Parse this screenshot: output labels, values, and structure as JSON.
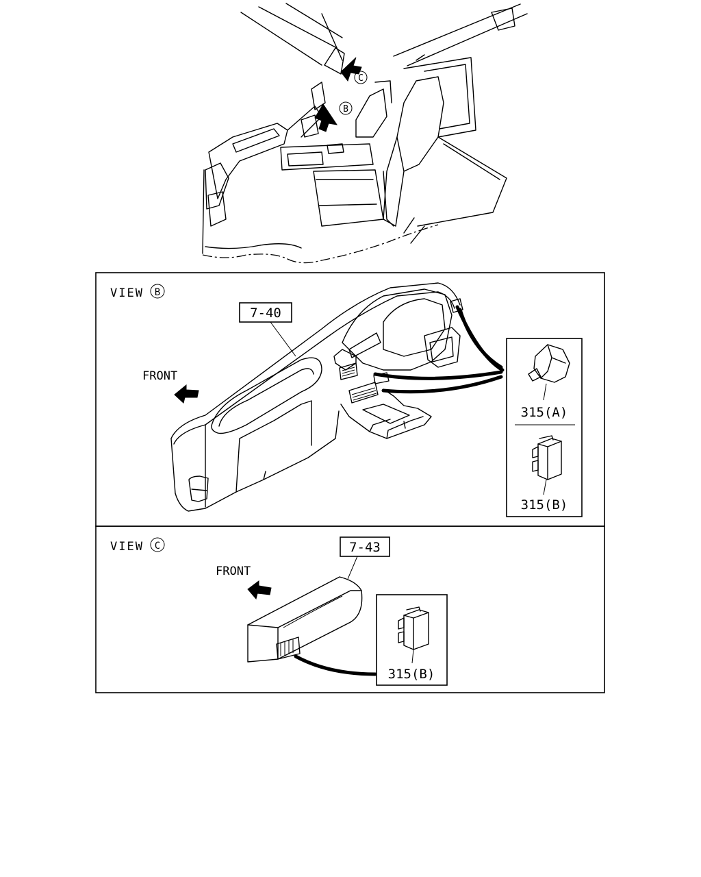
{
  "overview": {
    "view_b_marker": "B",
    "view_c_marker": "C"
  },
  "view_b": {
    "title": "VIEW",
    "marker": "B",
    "part_ref": "7-40",
    "direction_label": "FRONT",
    "inset": {
      "part_a_label": "315(A)",
      "part_b_label": "315(B)"
    }
  },
  "view_c": {
    "title": "VIEW",
    "marker": "C",
    "part_ref": "7-43",
    "direction_label": "FRONT",
    "inset": {
      "part_b_label": "315(B)"
    }
  },
  "icons": [
    "front-arrow-icon",
    "view-arrow-icon",
    "connector-315a-icon",
    "connector-315b-icon"
  ]
}
